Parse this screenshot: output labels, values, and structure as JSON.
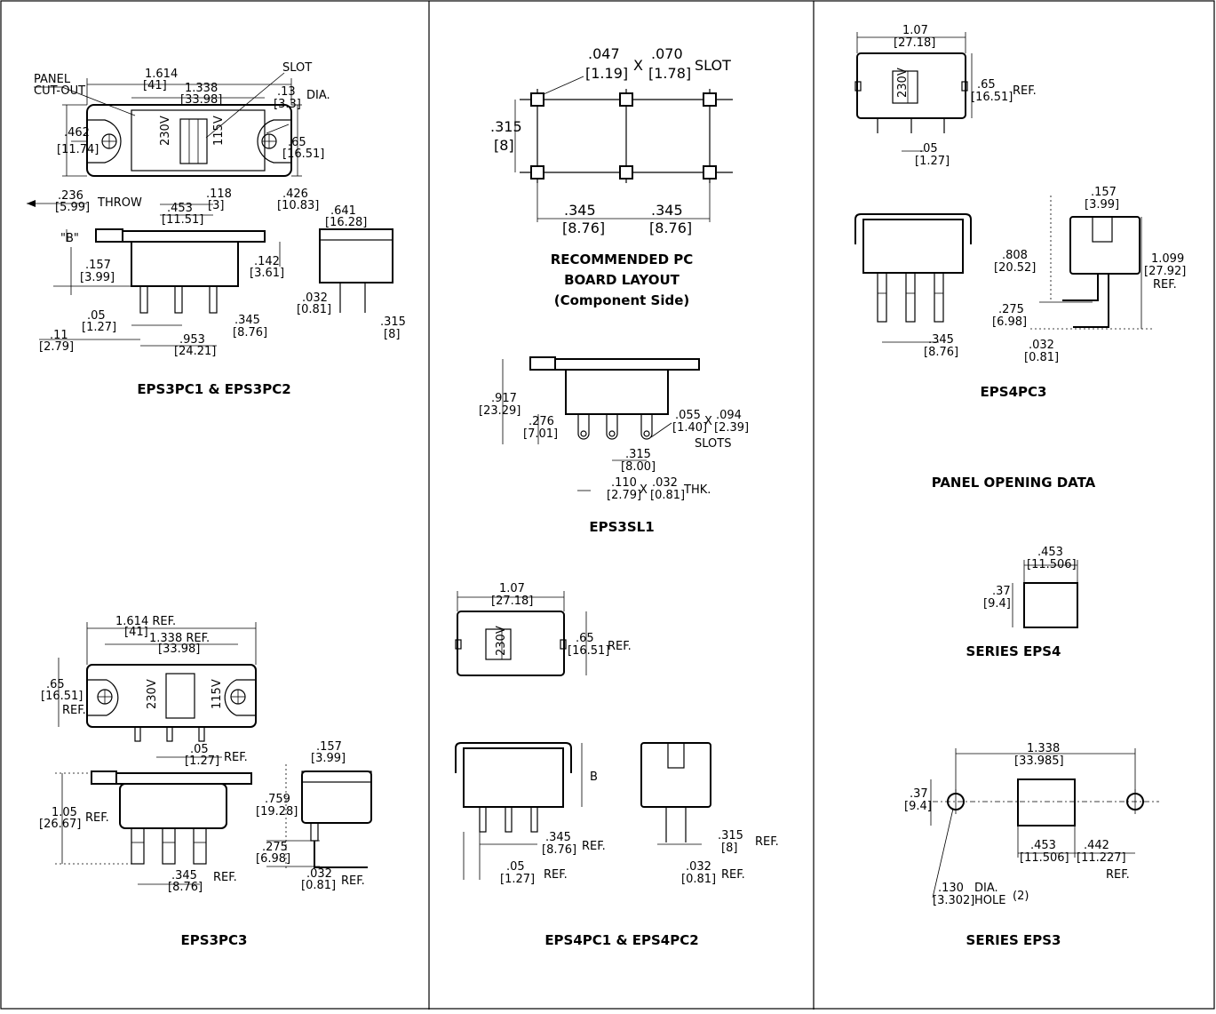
{
  "captions": {
    "eps3pc12": "EPS3PC1 & EPS3PC2",
    "eps3pc3": "EPS3PC3",
    "pcb_layout_1": "RECOMMENDED PC",
    "pcb_layout_2": "BOARD LAYOUT",
    "pcb_layout_3": "(Component Side)",
    "eps3sl1": "EPS3SL1",
    "eps4pc12": "EPS4PC1 & EPS4PC2",
    "eps4pc3": "EPS4PC3",
    "panel_opening": "PANEL OPENING DATA",
    "series_eps4": "SERIES EPS4",
    "series_eps3": "SERIES EPS3"
  },
  "labels": {
    "panel": "PANEL",
    "cutout": "CUT-OUT",
    "slot": "SLOT",
    "dia": "DIA.",
    "throw": "THROW",
    "ref": "REF.",
    "b_quoted": "\"B\"",
    "b": "B",
    "x": "X",
    "slots": "SLOTS",
    "thk": "THK.",
    "hole": "HOLE",
    "hole_count": "(2)",
    "v230": "230V",
    "v115": "115V"
  },
  "dims": {
    "d1614": [
      "1.614",
      "[41]"
    ],
    "d1338": [
      "1.338",
      "[33.98]"
    ],
    "d13": [
      ".13",
      "[3.3]"
    ],
    "d462": [
      ".462",
      "[11.74]"
    ],
    "d65": [
      ".65",
      "[16.51]"
    ],
    "d236": [
      ".236",
      "[5.99]"
    ],
    "d453a": [
      ".453",
      "[11.51]"
    ],
    "d118": [
      ".118",
      "[3]"
    ],
    "d426": [
      ".426",
      "[10.83]"
    ],
    "d641": [
      ".641",
      "[16.28]"
    ],
    "d157": [
      ".157",
      "[3.99]"
    ],
    "d142": [
      ".142",
      "[3.61]"
    ],
    "d032": [
      ".032",
      "[0.81]"
    ],
    "d05": [
      ".05",
      "[1.27]"
    ],
    "d345": [
      ".345",
      "[8.76]"
    ],
    "d315": [
      ".315",
      "[8]"
    ],
    "d11": [
      ".11",
      "[2.79]"
    ],
    "d953": [
      ".953",
      "[24.21]"
    ],
    "d1614ref": [
      "1.614 REF.",
      "[41]"
    ],
    "d1338ref": [
      "1.338 REF.",
      "[33.98]"
    ],
    "d105": [
      "1.05",
      "[26.67]"
    ],
    "d759": [
      ".759",
      "[19.28]"
    ],
    "d275": [
      ".275",
      "[6.98]"
    ],
    "d047": [
      ".047",
      "[1.19]"
    ],
    "d070": [
      ".070",
      "[1.78]"
    ],
    "d917": [
      ".917",
      "[23.29]"
    ],
    "d276": [
      ".276",
      "[7.01]"
    ],
    "d055": [
      ".055",
      "[1.40]"
    ],
    "d094": [
      ".094",
      "[2.39]"
    ],
    "d315s": [
      ".315",
      "[8.00]"
    ],
    "d110": [
      ".110",
      "[2.79]"
    ],
    "d107": [
      "1.07",
      "[27.18]"
    ],
    "d808": [
      ".808",
      "[20.52]"
    ],
    "d1099": [
      "1.099",
      "[27.92]"
    ],
    "d453b": [
      ".453",
      "[11.506]"
    ],
    "d37": [
      ".37",
      "[9.4]"
    ],
    "d1338b": [
      "1.338",
      "[33.985]"
    ],
    "d442": [
      ".442",
      "[11.227]"
    ],
    "d130": [
      ".130",
      "[3.302]"
    ]
  }
}
